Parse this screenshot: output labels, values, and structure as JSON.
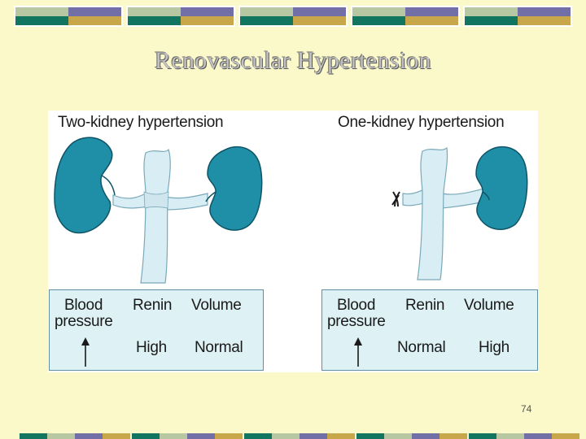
{
  "slide": {
    "title": "Renovascular Hypertension",
    "page_number": "74"
  },
  "colors": {
    "background": "#fbf9c9",
    "kidney": "#1f8fa8",
    "vessel": "#d9eef4",
    "infobox": "#def1f4",
    "band_light": "#b7c7a1",
    "band_purple": "#716fa6",
    "band_teal": "#117560",
    "band_gold": "#c8a74b"
  },
  "figure": {
    "left_panel": {
      "title": "Two-kidney hypertension",
      "bp_label_line1": "Blood",
      "bp_label_line2": "pressure",
      "renin_label": "Renin",
      "volume_label": "Volume",
      "bp_direction": "up-arrow-icon",
      "renin_value": "High",
      "volume_value": "Normal"
    },
    "right_panel": {
      "title": "One-kidney hypertension",
      "bp_label_line1": "Blood",
      "bp_label_line2": "pressure",
      "renin_label": "Renin",
      "volume_label": "Volume",
      "bp_direction": "up-arrow-icon",
      "renin_value": "Normal",
      "volume_value": "High"
    }
  }
}
